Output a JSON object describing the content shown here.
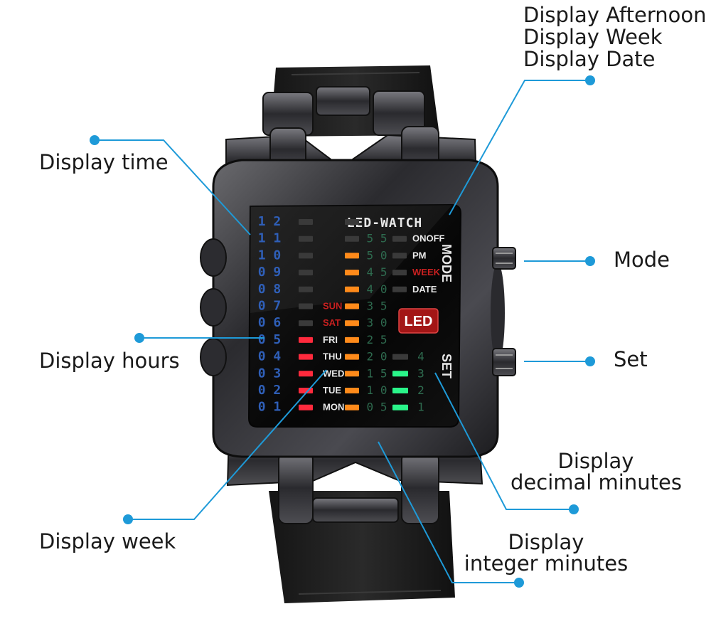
{
  "accent": "#1e9ad8",
  "callouts": {
    "top_right": [
      "Display Afternoon",
      "Display Week",
      "Display Date"
    ],
    "display_time": "Display time",
    "display_hours": "Display hours",
    "display_week": "Display week",
    "mode": "Mode",
    "set": "Set",
    "decimal_minutes": [
      "Display",
      "decimal minutes"
    ],
    "integer_minutes": [
      "Display",
      "integer minutes"
    ]
  },
  "watch": {
    "brand": "LED-WATCH",
    "logo": "LED",
    "side_labels": {
      "mode": "MODE",
      "set": "SET"
    },
    "hour_digits": [
      "1 2",
      "1 1",
      "1 0",
      "0 9",
      "0 8",
      "0 7",
      "0 6",
      "0 5",
      "0 4",
      "0 3",
      "0 2",
      "0 1"
    ],
    "days": [
      "SUN",
      "SAT",
      "FRI",
      "THU",
      "WED",
      "TUE",
      "MON"
    ],
    "minute_tens": [
      "5 5",
      "5 0",
      "4 5",
      "4 0",
      "3 5",
      "3 0",
      "2 5",
      "2 0",
      "1 5",
      "1 0",
      "0 5"
    ],
    "status_labels": [
      "ONOFF",
      "PM",
      "WEEK",
      "DATE"
    ],
    "unit_minutes": [
      "4",
      "3",
      "2",
      "1"
    ]
  }
}
